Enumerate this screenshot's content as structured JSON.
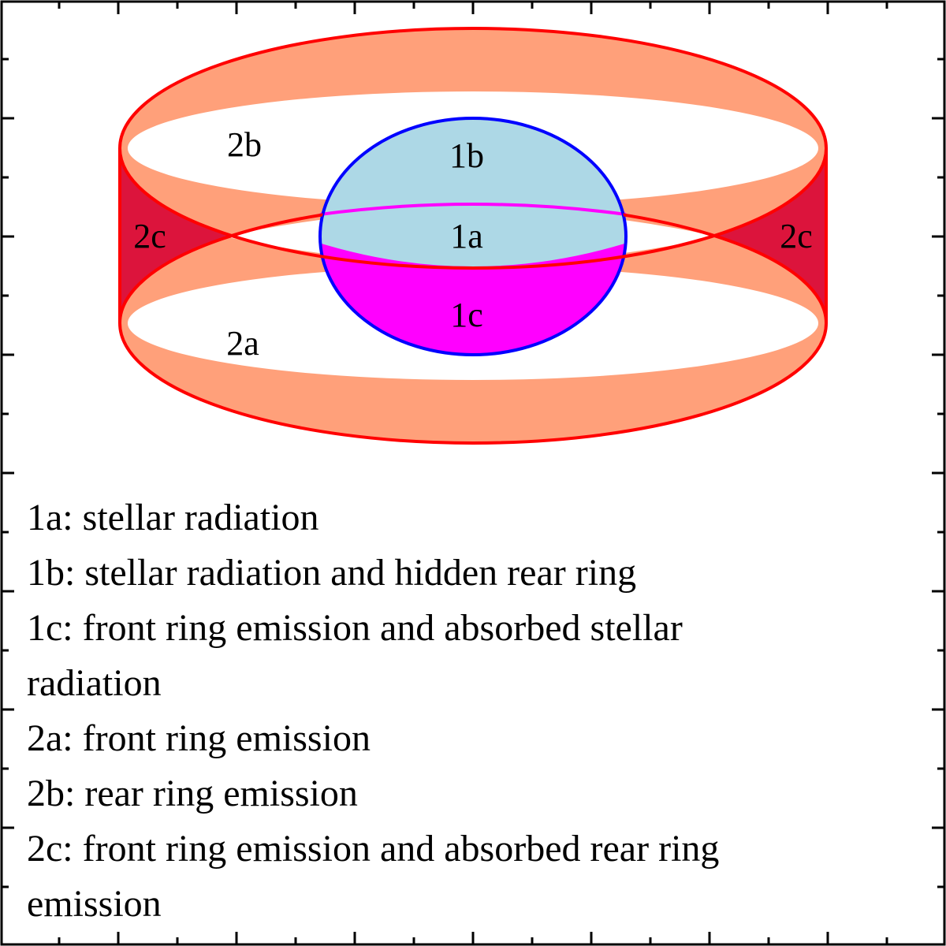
{
  "colors": {
    "ring_fill": "#FFA07A",
    "ring_stroke": "#FF0000",
    "ring_side": "#DC143C",
    "star_fill": "#ADD8E6",
    "star_stroke": "#0000FF",
    "absorbed_fill": "#FF00FF",
    "frame": "#000000"
  },
  "regions": {
    "r1a": "1a",
    "r1b": "1b",
    "r1c": "1c",
    "r2a": "2a",
    "r2b": "2b",
    "r2c_left": "2c",
    "r2c_right": "2c"
  },
  "legend": [
    "1a: stellar radiation",
    "1b: stellar radiation and hidden rear ring",
    "1c: front ring emission and absorbed stellar",
    "radiation",
    "2a: front ring emission",
    "2b: rear ring emission",
    "2c: front ring emission and absorbed rear ring",
    "emission"
  ]
}
